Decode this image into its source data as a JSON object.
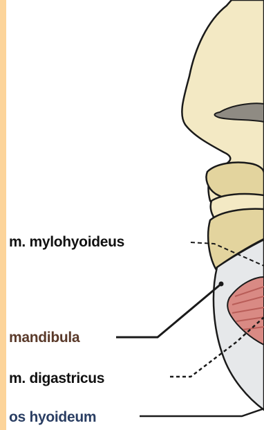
{
  "labels": {
    "mylohyoideus": "m. mylohyoideus",
    "mandibula": "mandibula",
    "digastricus": "m. digastricus",
    "hyoideum": "os hyoideum"
  },
  "colors": {
    "left_bar": "#fcd49a",
    "skin": "#f3e9c4",
    "skin_shadow": "#e3d49e",
    "outline": "#1a1a1a",
    "nostril": "#8f8b83",
    "bone": "#e6e8ea",
    "muscle": "#d98a84",
    "muscle_stripe": "#b85d58",
    "label_dark": "#111111",
    "label_mandibula": "#5a3a2a",
    "label_hyoideum": "#2a3e63"
  }
}
